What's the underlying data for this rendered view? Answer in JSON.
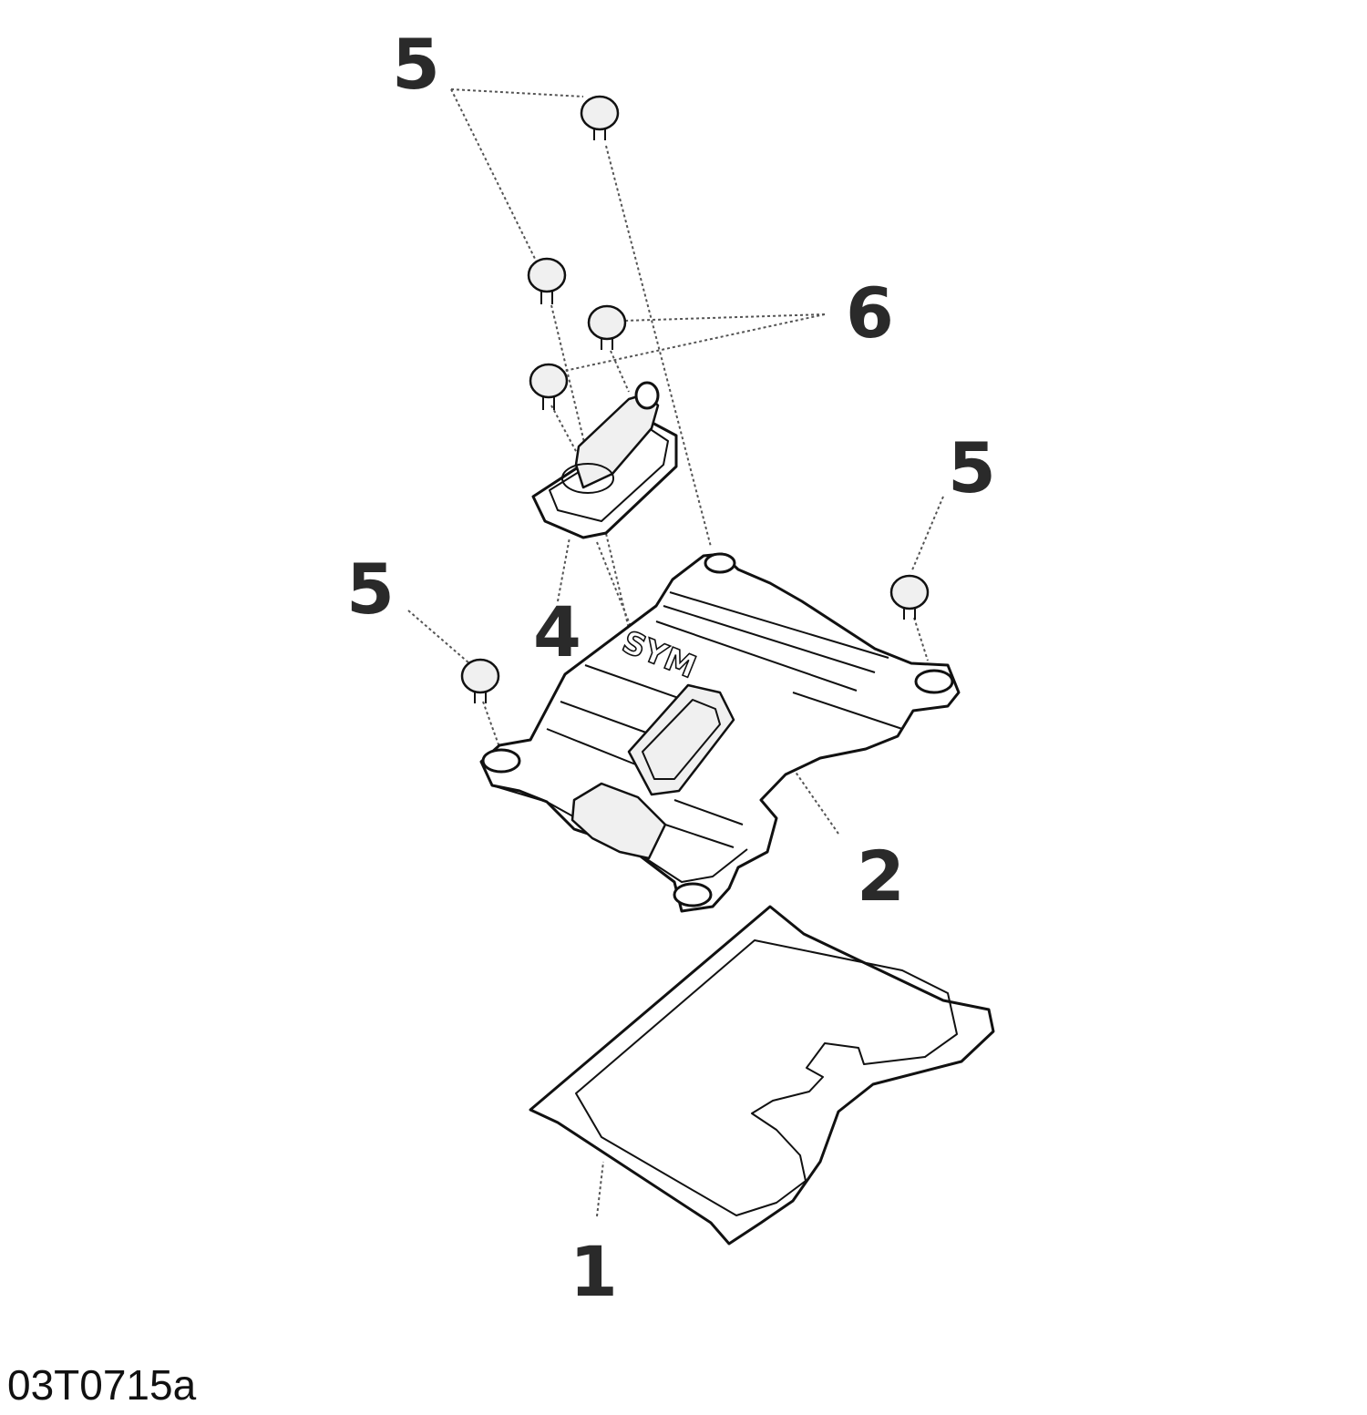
{
  "callouts": {
    "bolts_top": "5",
    "bolts_right": "5",
    "bolts_left": "5",
    "bolts_breather": "6",
    "breather_cover": "4",
    "valve_cover": "2",
    "gasket": "1"
  },
  "brand_mark": "SYM",
  "figure_code": "03T0715a"
}
